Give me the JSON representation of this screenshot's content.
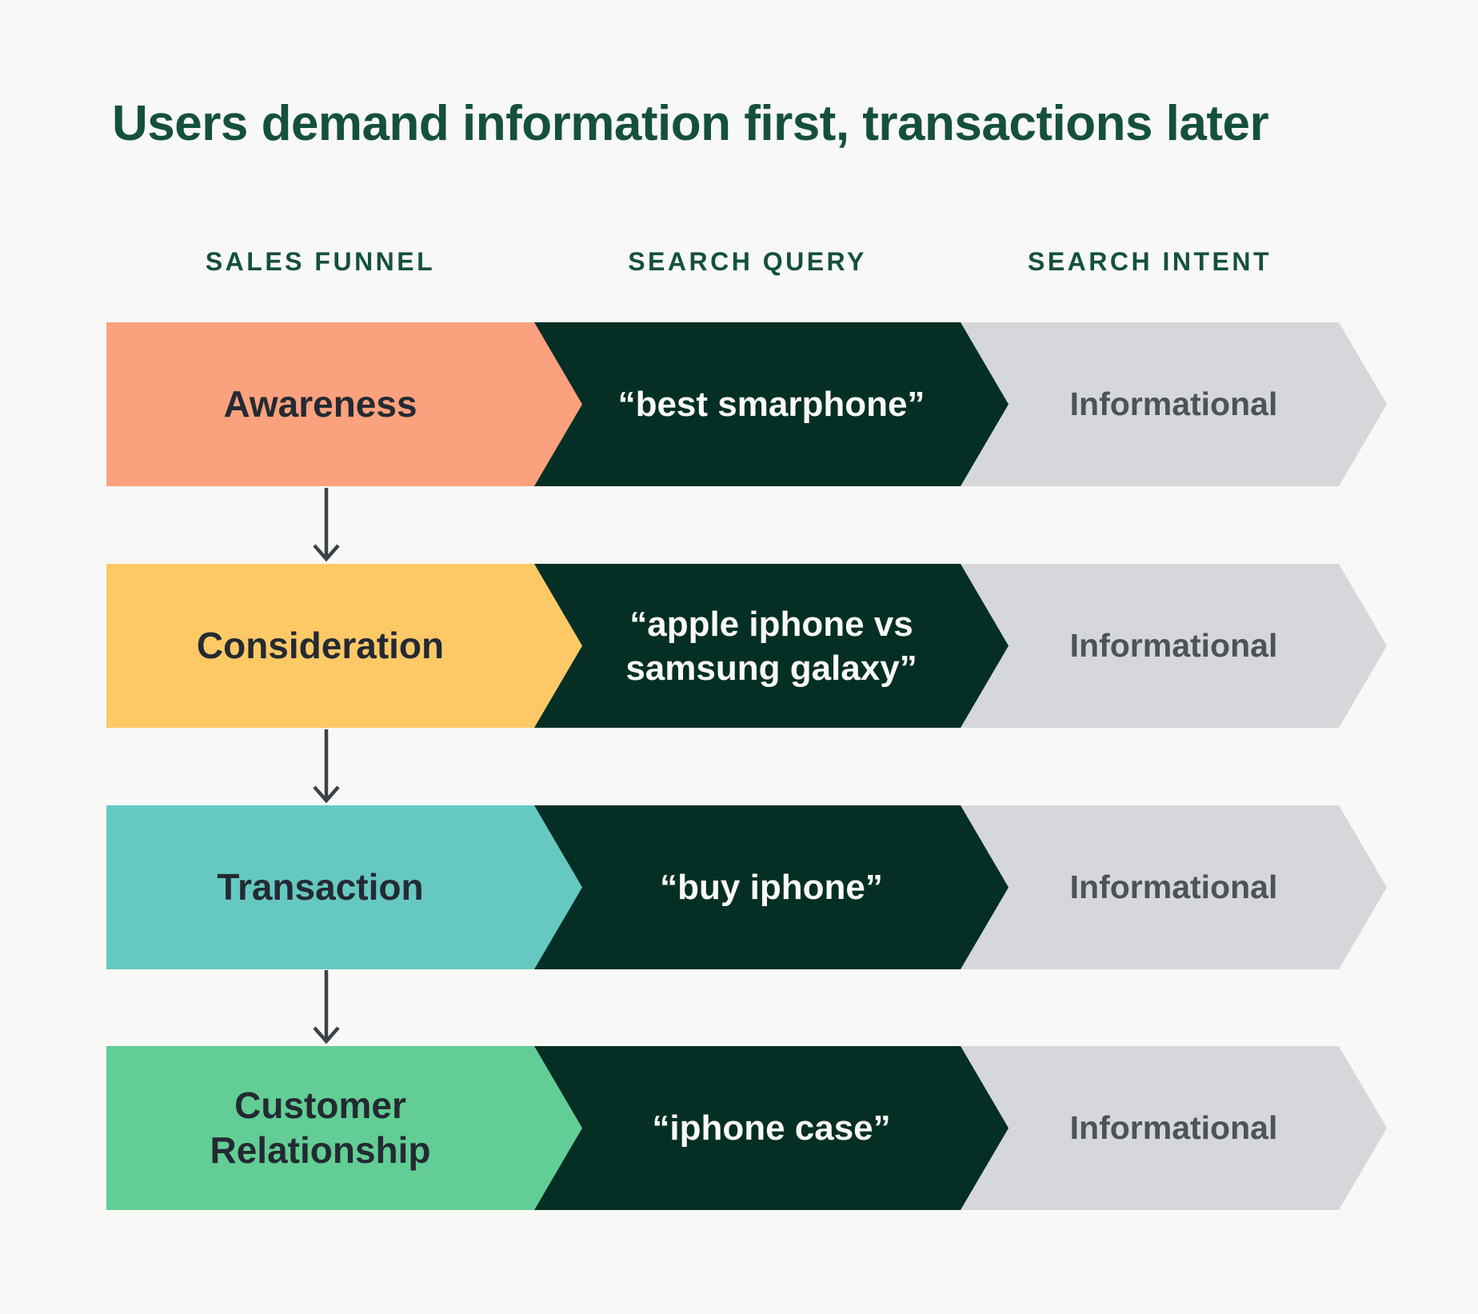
{
  "title": "Users demand information first, transactions later",
  "columns": [
    {
      "label": "SALES FUNNEL"
    },
    {
      "label": "SEARCH QUERY"
    },
    {
      "label": "SEARCH INTENT"
    }
  ],
  "rows": [
    {
      "stage": "Awareness",
      "stage_color": "#FBA17D",
      "query": "“best smarphone”",
      "intent": "Informational"
    },
    {
      "stage": "Consideration",
      "stage_color": "#FDC967",
      "query": "“apple iphone vs samsung galaxy”",
      "intent": "Informational"
    },
    {
      "stage": "Transaction",
      "stage_color": "#66C9C1",
      "query": "“buy iphone”",
      "intent": "Informational"
    },
    {
      "stage": "Customer Relationship",
      "stage_color": "#62CE95",
      "query": "“iphone case”",
      "intent": "Informational"
    }
  ],
  "colors": {
    "background": "#F8F8F6",
    "heading": "#15503F",
    "query_bg": "#052F25",
    "intent_bg": "#D5D7DA",
    "stage_text": "#242A32",
    "query_text": "#FAFAF7",
    "intent_text": "#4D5358",
    "arrow": "#3B4249"
  }
}
